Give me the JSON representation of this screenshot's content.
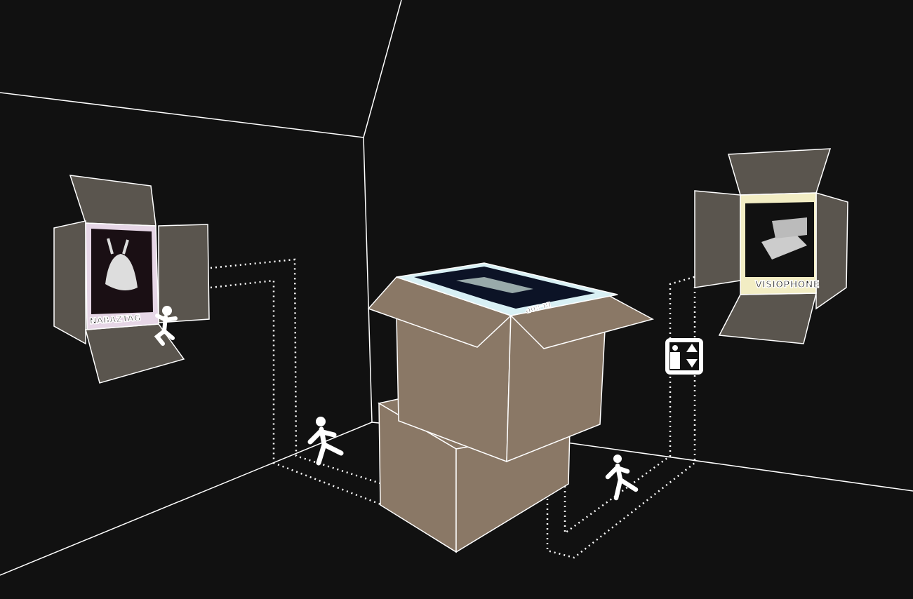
{
  "scene": {
    "left_poster_label": "NABAZTAG",
    "right_poster_label": "VISIOPHONE",
    "center_box_label": "BI-80P"
  },
  "colors": {
    "background": "#111111",
    "line": "#ffffff",
    "flap": "#5a554e",
    "cardboard": "#8a7866",
    "screen_dark": "#0c1326",
    "screen_light": "#d8f0f4",
    "poster_left": "#e6d6e6",
    "poster_right": "#f2edc4"
  },
  "icons": [
    "walking-person-icon",
    "running-person-icon",
    "elevator-icon"
  ]
}
